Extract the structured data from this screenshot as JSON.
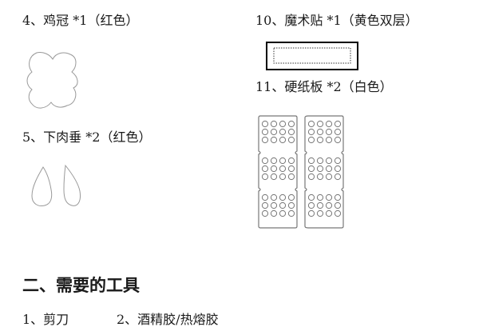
{
  "materials": {
    "item4": "4、鸡冠 *1（红色）",
    "item5": "5、下肉垂 *2（红色）",
    "item10": "10、魔术贴 *1（黄色双层）",
    "item11": "11、硬纸板 *2（白色）"
  },
  "section2": {
    "title": "二、需要的工具",
    "tools": [
      "1、剪刀",
      "2、酒精胶/热熔胶"
    ]
  },
  "colors": {
    "text": "#1a1a1a",
    "outline": "#888888",
    "velcro_border": "#000000"
  },
  "icons": [
    "comb-shape-icon",
    "wattle-shape-icon",
    "velcro-strip-icon",
    "cardboard-grid-icon"
  ]
}
